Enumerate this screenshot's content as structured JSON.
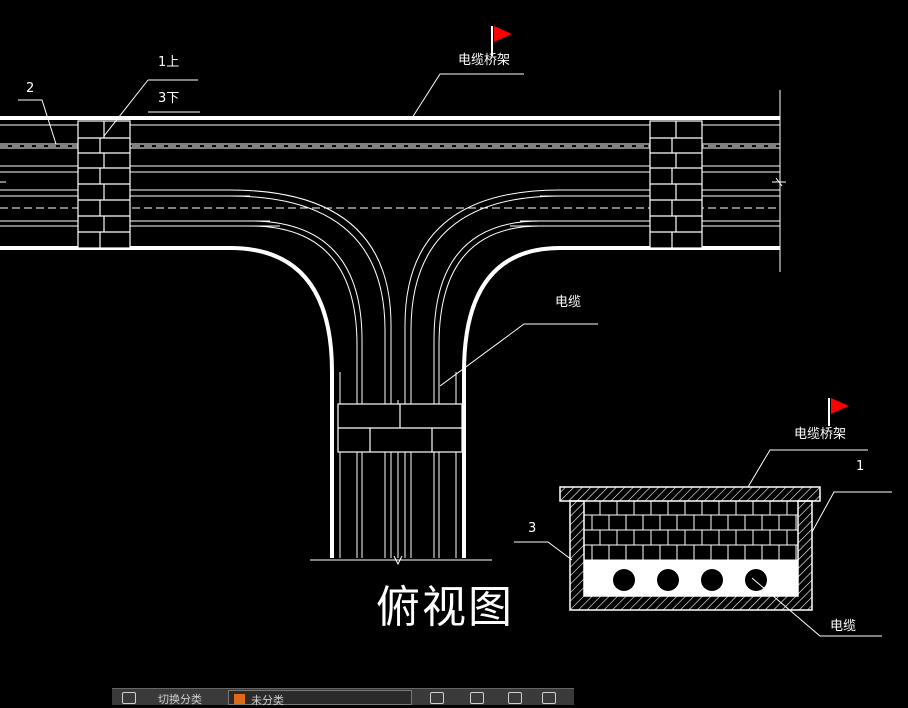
{
  "drawing": {
    "labels": {
      "one_up": "1上",
      "three_down": "3下",
      "two": "2",
      "tray_top": "电缆桥架",
      "cable_top": "电缆",
      "tray_section": "电缆桥架",
      "one_section": "1",
      "three_section": "3",
      "cable_section": "电缆"
    },
    "view_title": "俯视图",
    "flag_color": "#ff0000",
    "line_color": "#ffffff"
  },
  "toolbar": {
    "layer_prefix": "切换分类",
    "layer_name": "未分类",
    "layer_color": "#e06a1a"
  }
}
